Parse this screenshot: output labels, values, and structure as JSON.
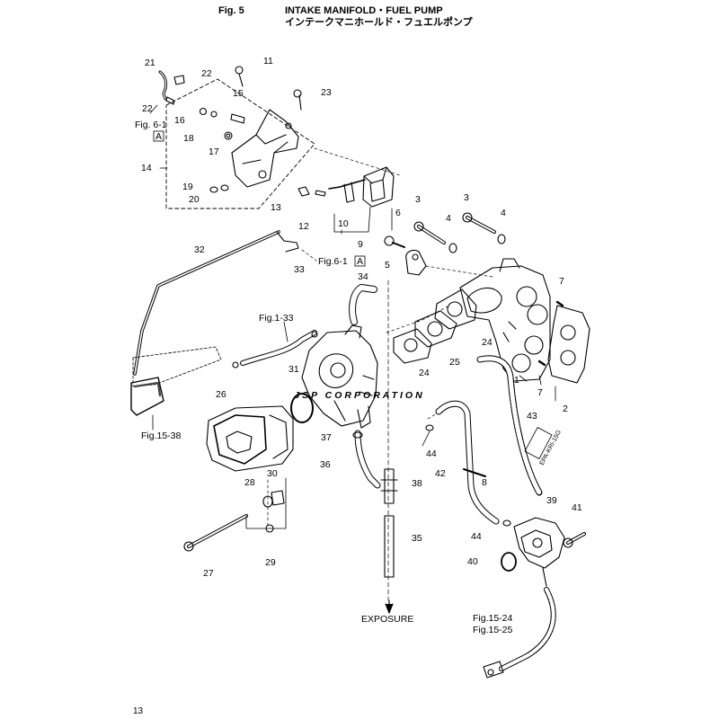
{
  "header": {
    "fig_no": "Fig. 5",
    "title_en": "INTAKE MANIFOLD・FUEL PUMP",
    "title_jp": "インテークマニホールド・フュエルポンプ"
  },
  "watermark": "JSP CORPORATION",
  "page_number": "13",
  "refs": {
    "fig61a": "Fig. 6-1",
    "fig61a_b": "Fig.6-1",
    "box_a": "A",
    "fig133": "Fig.1-33",
    "fig1538": "Fig.15-38",
    "fig1524": "Fig.15-24",
    "fig1525": "Fig.15-25",
    "exposure": "EXPOSURE",
    "hose_tag": "EPA-KRI-15G"
  },
  "parts": {
    "p1": "1",
    "p2": "2",
    "p3a": "3",
    "p3b": "3",
    "p4a": "4",
    "p4b": "4",
    "p5": "5",
    "p6": "6",
    "p7a": "7",
    "p7b": "7",
    "p8": "8",
    "p9": "9",
    "p10": "10",
    "p11": "11",
    "p12": "12",
    "p13": "13",
    "p14": "14",
    "p15": "15",
    "p16": "16",
    "p17": "17",
    "p18": "18",
    "p19": "19",
    "p20": "20",
    "p21": "21",
    "p22a": "22",
    "p22b": "22",
    "p23": "23",
    "p24a": "24",
    "p24b": "24",
    "p25": "25",
    "p26": "26",
    "p27": "27",
    "p28": "28",
    "p29": "29",
    "p30": "30",
    "p31": "31",
    "p32": "32",
    "p33": "33",
    "p34": "34",
    "p35": "35",
    "p36": "36",
    "p37": "37",
    "p38": "38",
    "p39": "39",
    "p40": "40",
    "p41": "41",
    "p42": "42",
    "p43": "43",
    "p44a": "44",
    "p44b": "44"
  }
}
